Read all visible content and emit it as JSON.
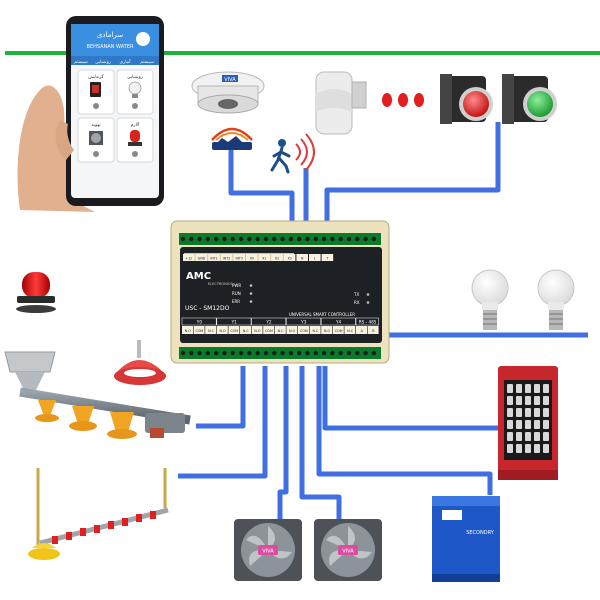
{
  "phone": {
    "header_title": "سرامادی",
    "header_sub": "BEHSANAN WATER",
    "categories": [
      "سیستم",
      "روشنایی",
      "آبیاری",
      "سیستم"
    ],
    "cards": [
      {
        "label": "گرمایش",
        "icon": "heater-icon"
      },
      {
        "label": "روشنایی",
        "icon": "bulb-icon"
      },
      {
        "label": "تهویه",
        "icon": "fan-icon"
      },
      {
        "label": "آلارم",
        "icon": "siren-icon"
      }
    ]
  },
  "smoke_detector": {
    "badge": "VIVA"
  },
  "controller": {
    "brand": "AMC",
    "brand_sub": "ELECTRONICS",
    "model": "USC - SM12DO",
    "subtitle": "UNIVERSAL SMART CONTROLLER",
    "status_leds": [
      "PWR",
      "RUN",
      "ERR"
    ],
    "comm_leds": [
      "TX",
      "RX"
    ],
    "input_terminals": [
      "+12",
      "GND",
      "INT1",
      "INT2",
      "INT3",
      "X0",
      "X1",
      "X2",
      "X3",
      "N",
      "L",
      "T"
    ],
    "output_groups": [
      "Y0",
      "Y1",
      "Y2",
      "Y3",
      "Y4",
      "RS - 485"
    ],
    "output_terminals": [
      "N.O",
      "COM",
      "N.C",
      "N.O",
      "COM",
      "N.C",
      "N.O",
      "COM",
      "N.C",
      "N.O",
      "COM",
      "N.C",
      "N.O",
      "COM",
      "N.C",
      "A",
      "B"
    ]
  },
  "fans": [
    {
      "badge": "VIVA"
    },
    {
      "badge": "VIVA"
    }
  ],
  "dryer": {
    "label": "SECONDRY"
  },
  "colors": {
    "bus": "#1fb33a",
    "wire": "#3f6fe0"
  }
}
